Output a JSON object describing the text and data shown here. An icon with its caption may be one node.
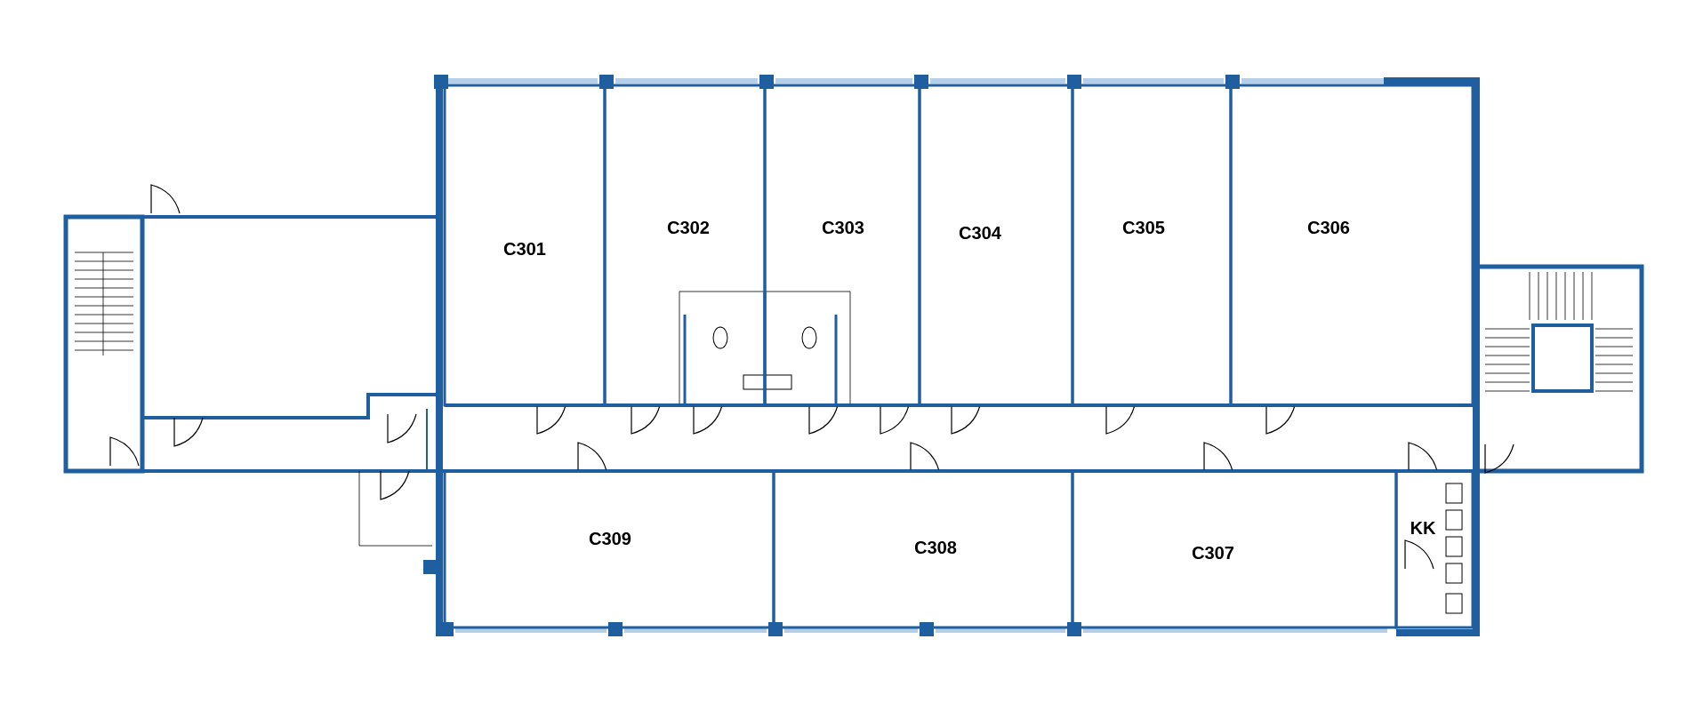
{
  "diagram": {
    "nodes": [
      {
        "text": [
          "C301"
        ]
      },
      {
        "text": [
          "C302"
        ]
      },
      {
        "text": [
          "C303"
        ]
      },
      {
        "text": [
          "C304"
        ]
      },
      {
        "text": [
          "C305"
        ]
      },
      {
        "text": [
          "C306"
        ]
      },
      {
        "text": [
          "C309"
        ]
      },
      {
        "text": [
          "C308"
        ]
      },
      {
        "text": [
          "C307"
        ]
      },
      {
        "text": [
          "KK"
        ]
      }
    ]
  }
}
